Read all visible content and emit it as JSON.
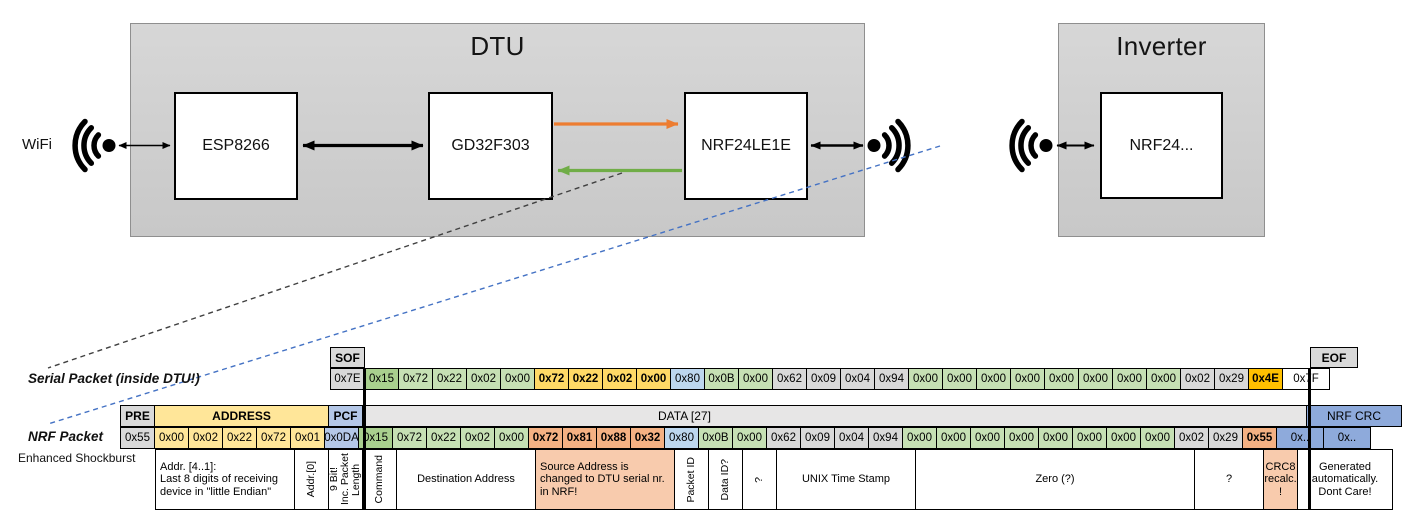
{
  "palette": {
    "gy": "#D9D9D9",
    "g1": "#C6E0B4",
    "g2": "#A9D08E",
    "yl": "#FFE699",
    "gold": "#FFD966",
    "amber": "#FFC000",
    "bl": "#BDD7EE",
    "pcf": "#B4C7E7",
    "crc": "#8EAADB",
    "sal": "#F4B183",
    "sal2": "#F8CBAD",
    "hdr_light": "#E7E6E6",
    "white": "#FFFFFF",
    "black": "#000000",
    "dark": "#404040",
    "orange": "#ED7D31",
    "green": "#70AD47",
    "blue": "#4472C4"
  },
  "diagram": {
    "wifi_label": "WiFi",
    "dtu": {
      "title": "DTU",
      "components": [
        {
          "label": "ESP8266"
        },
        {
          "label": "GD32F303"
        },
        {
          "label": "NRF24LE1E"
        }
      ]
    },
    "inverter": {
      "title": "Inverter",
      "components": [
        {
          "label": "NRF24..."
        }
      ]
    }
  },
  "serial_packet": {
    "label": "Serial Packet (inside DTU!)",
    "sof": {
      "header": "SOF",
      "value": "0x7E"
    },
    "eof": {
      "header": "EOF",
      "value": "0x7F"
    },
    "bytes": [
      {
        "t": "0x15",
        "bg": "g2"
      },
      {
        "t": "0x72",
        "bg": "g1"
      },
      {
        "t": "0x22",
        "bg": "g1"
      },
      {
        "t": "0x02",
        "bg": "g1"
      },
      {
        "t": "0x00",
        "bg": "g1"
      },
      {
        "t": "0x72",
        "bg": "gold",
        "bold": true
      },
      {
        "t": "0x22",
        "bg": "gold",
        "bold": true
      },
      {
        "t": "0x02",
        "bg": "gold",
        "bold": true
      },
      {
        "t": "0x00",
        "bg": "gold",
        "bold": true
      },
      {
        "t": "0x80",
        "bg": "bl"
      },
      {
        "t": "0x0B",
        "bg": "g1"
      },
      {
        "t": "0x00",
        "bg": "g1"
      },
      {
        "t": "0x62",
        "bg": "gy"
      },
      {
        "t": "0x09",
        "bg": "gy"
      },
      {
        "t": "0x04",
        "bg": "gy"
      },
      {
        "t": "0x94",
        "bg": "gy"
      },
      {
        "t": "0x00",
        "bg": "g1"
      },
      {
        "t": "0x00",
        "bg": "g1"
      },
      {
        "t": "0x00",
        "bg": "g1"
      },
      {
        "t": "0x00",
        "bg": "g1"
      },
      {
        "t": "0x00",
        "bg": "g1"
      },
      {
        "t": "0x00",
        "bg": "g1"
      },
      {
        "t": "0x00",
        "bg": "g1"
      },
      {
        "t": "0x00",
        "bg": "g1"
      },
      {
        "t": "0x02",
        "bg": "gy"
      },
      {
        "t": "0x29",
        "bg": "gy"
      },
      {
        "t": "0x4E",
        "bg": "amber",
        "bold": true
      }
    ]
  },
  "nrf_packet": {
    "label": "NRF Packet",
    "sublabel": "Enhanced Shockburst",
    "headers": [
      {
        "t": "PRE",
        "span": 1,
        "bg": "gy",
        "cls": "hdr",
        "name": "pre-header"
      },
      {
        "t": "ADDRESS",
        "span": 5,
        "bg": "yl",
        "cls": "hdr",
        "name": "address-header"
      },
      {
        "t": "PCF",
        "span": 1,
        "bg": "pcf",
        "cls": "hdr",
        "name": "pcf-header"
      },
      {
        "t": "DATA [27]",
        "span": 27,
        "bg": "hdr_light",
        "cls": "data-hdr",
        "name": "data-header"
      },
      {
        "t": "NRF CRC",
        "span": 2,
        "bg": "crc",
        "cls": "plainhdr",
        "name": "nrf-crc-header"
      }
    ],
    "bytes": [
      {
        "t": "0x55",
        "bg": "gy"
      },
      {
        "t": "0x00",
        "bg": "yl"
      },
      {
        "t": "0x02",
        "bg": "yl"
      },
      {
        "t": "0x22",
        "bg": "yl"
      },
      {
        "t": "0x72",
        "bg": "yl"
      },
      {
        "t": "0x01",
        "bg": "yl"
      },
      {
        "t": "0x0DA",
        "bg": "pcf"
      },
      {
        "t": "0x15",
        "bg": "g2"
      },
      {
        "t": "0x72",
        "bg": "g1"
      },
      {
        "t": "0x22",
        "bg": "g1"
      },
      {
        "t": "0x02",
        "bg": "g1"
      },
      {
        "t": "0x00",
        "bg": "g1"
      },
      {
        "t": "0x72",
        "bg": "sal",
        "bold": true
      },
      {
        "t": "0x81",
        "bg": "sal",
        "bold": true
      },
      {
        "t": "0x88",
        "bg": "sal",
        "bold": true
      },
      {
        "t": "0x32",
        "bg": "sal",
        "bold": true
      },
      {
        "t": "0x80",
        "bg": "bl"
      },
      {
        "t": "0x0B",
        "bg": "g1"
      },
      {
        "t": "0x00",
        "bg": "g1"
      },
      {
        "t": "0x62",
        "bg": "gy"
      },
      {
        "t": "0x09",
        "bg": "gy"
      },
      {
        "t": "0x04",
        "bg": "gy"
      },
      {
        "t": "0x94",
        "bg": "gy"
      },
      {
        "t": "0x00",
        "bg": "g1"
      },
      {
        "t": "0x00",
        "bg": "g1"
      },
      {
        "t": "0x00",
        "bg": "g1"
      },
      {
        "t": "0x00",
        "bg": "g1"
      },
      {
        "t": "0x00",
        "bg": "g1"
      },
      {
        "t": "0x00",
        "bg": "g1"
      },
      {
        "t": "0x00",
        "bg": "g1"
      },
      {
        "t": "0x00",
        "bg": "g1"
      },
      {
        "t": "0x02",
        "bg": "gy"
      },
      {
        "t": "0x29",
        "bg": "gy"
      },
      {
        "t": "0x55",
        "bg": "sal",
        "bold": true
      },
      {
        "t": "0x..",
        "bg": "crc"
      },
      {
        "t": "0x..",
        "bg": "crc"
      }
    ],
    "annotations": [
      {
        "t": "Addr. [4..1]:\nLast 8 digits of receiving device in \"little Endian\"",
        "span": 4,
        "cls": "note left",
        "name": "addr-4-1-note"
      },
      {
        "t": "Addr.[0]",
        "span": 1,
        "v": true,
        "name": "addr-0-note"
      },
      {
        "t": "9 Bit!\nInc. Packet Length",
        "span": 1,
        "v": true,
        "name": "packet-length-note"
      },
      {
        "t": "Command",
        "span": 1,
        "v": true,
        "name": "command-note"
      },
      {
        "t": "Destination Address",
        "span": 4,
        "cls": "note",
        "name": "destination-address-note"
      },
      {
        "t": "Source Address is changed to DTU serial nr. in NRF!",
        "span": 4,
        "bg": "sal2",
        "cls": "note left",
        "name": "source-address-note"
      },
      {
        "t": "Packet ID",
        "span": 1,
        "v": true,
        "name": "packet-id-note"
      },
      {
        "t": "Data ID?",
        "span": 1,
        "v": true,
        "name": "data-id-note"
      },
      {
        "t": "?",
        "span": 1,
        "v": true,
        "name": "unknown-byte-note"
      },
      {
        "t": "UNIX Time Stamp",
        "span": 4,
        "cls": "note",
        "name": "unix-timestamp-note"
      },
      {
        "t": "Zero (?)",
        "span": 8,
        "cls": "note",
        "name": "zero-note"
      },
      {
        "t": "?",
        "span": 2,
        "cls": "note",
        "name": "unknown-bytes-note"
      },
      {
        "t": "CRC8 recalc. !",
        "span": 1,
        "bg": "sal2",
        "cls": "note",
        "name": "crc8-recalc-note"
      },
      {
        "t": "Generated automatically. Dont Care!",
        "span": 2,
        "cls": "note",
        "name": "nrf-crc-note"
      }
    ]
  }
}
